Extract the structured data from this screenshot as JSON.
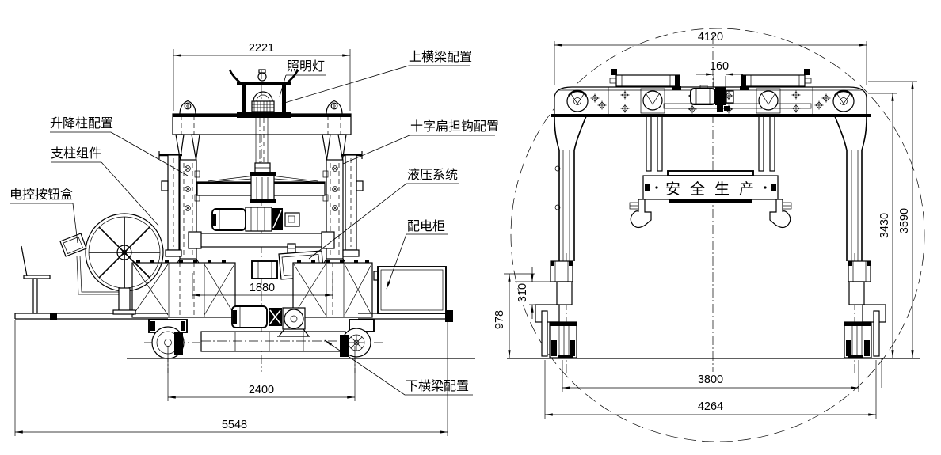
{
  "front_view": {
    "labels": {
      "lamp": "照明灯",
      "upper_beam": "上横梁配置",
      "lift_column": "升降柱配置",
      "support": "支柱组件",
      "control_box": "电控按钮盒",
      "cross_hook": "十字扁担钩配置",
      "hydraulic": "液压系统",
      "power_cabinet": "配电柜",
      "lower_beam": "下横梁配置"
    },
    "dims": {
      "beam_width": "2221",
      "column_span": "1880",
      "wheel_base": "2400",
      "overall_length": "5548"
    }
  },
  "side_view": {
    "slogan": "安全生产",
    "dims": {
      "top_beam": "4120",
      "center_gap": "160",
      "inner_height": "3430",
      "overall_height": "3590",
      "step": "310",
      "foot_height": "978",
      "rail_span": "3800",
      "overall_width": "4264"
    }
  },
  "colors": {
    "ink": "#000000",
    "paper": "#ffffff"
  }
}
